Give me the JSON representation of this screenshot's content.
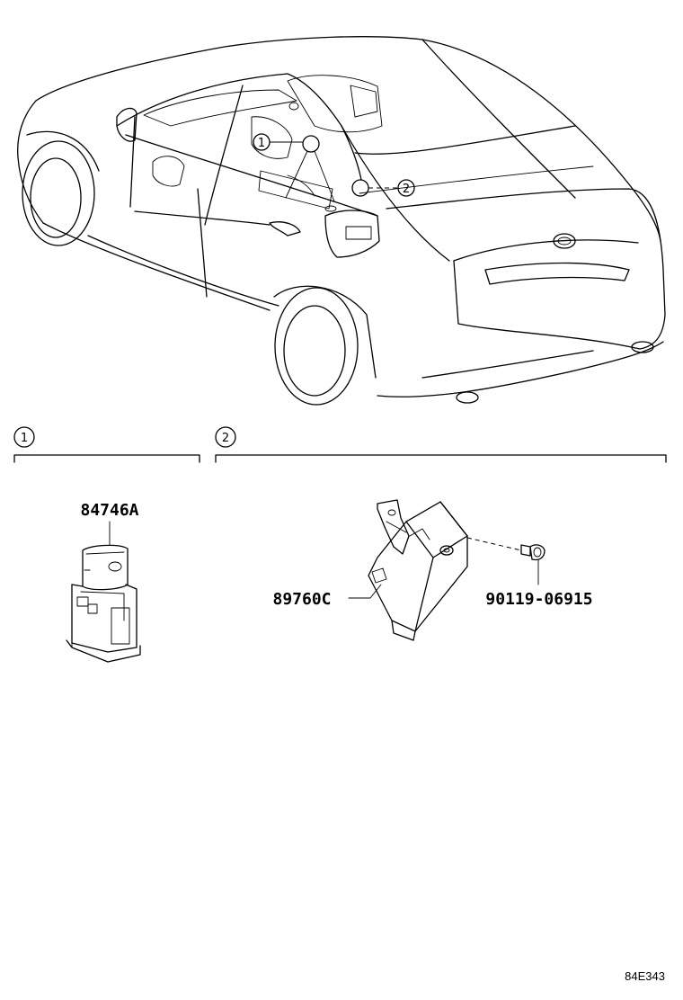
{
  "callouts": {
    "one": "1",
    "two": "2"
  },
  "sections": [
    {
      "number": "1",
      "parts": [
        "84746A"
      ]
    },
    {
      "number": "2",
      "parts": [
        "89760C",
        "90119-06915"
      ]
    }
  ],
  "parts": {
    "switch": "84746A",
    "module": "89760C",
    "bolt": "90119-06915"
  },
  "figure_id": "84E343"
}
